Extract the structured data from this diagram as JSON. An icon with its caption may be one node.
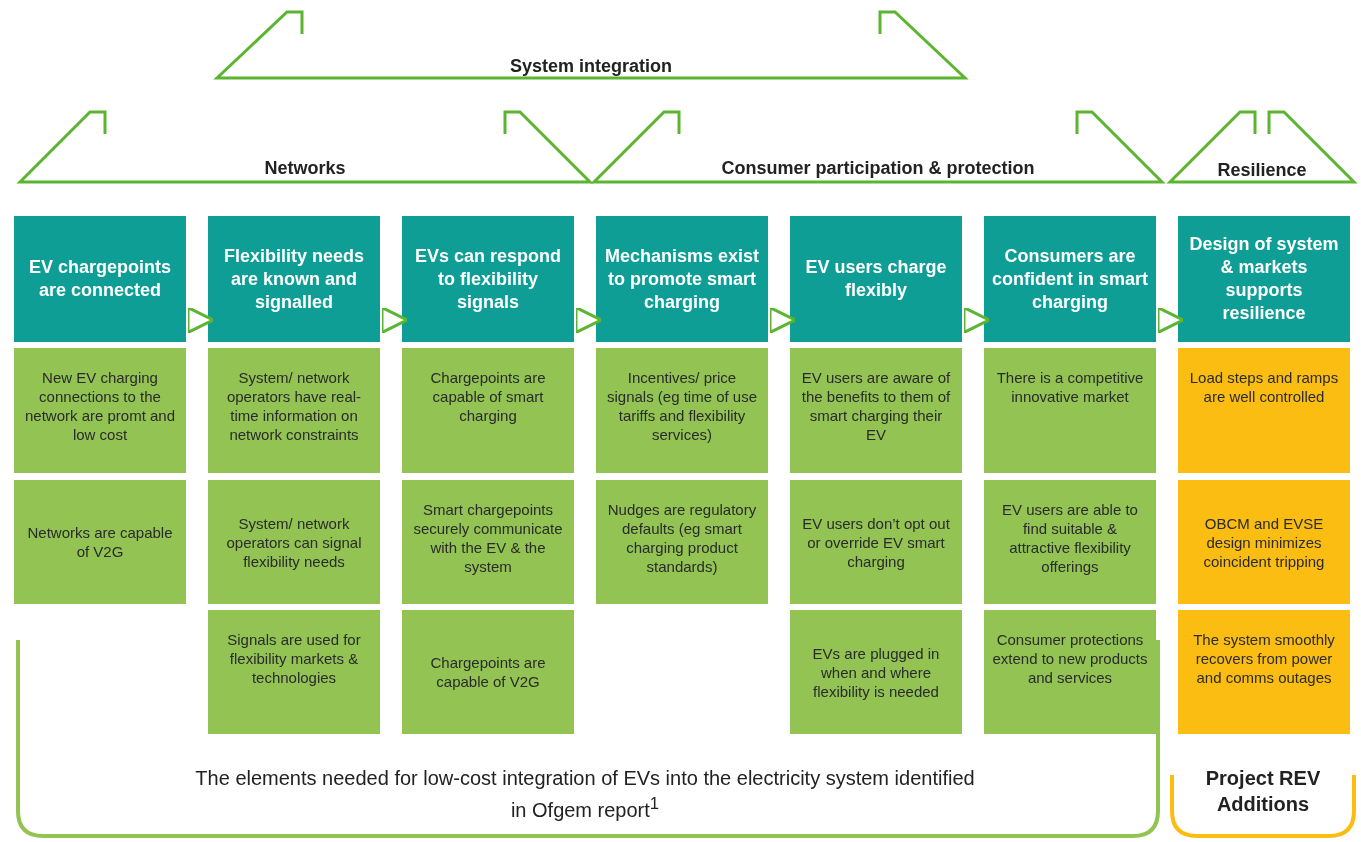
{
  "diagram": {
    "nodes": [
      {
        "text": [
          "EV chargepoints are connected"
        ]
      },
      {
        "text": [
          "Flexibility needs are known and signalled"
        ]
      },
      {
        "text": [
          "EVs can respond to flexibility signals"
        ]
      },
      {
        "text": [
          "Mechanisms exist to promote smart charging"
        ]
      },
      {
        "text": [
          "EV users charge flexibly"
        ]
      },
      {
        "text": [
          "Consumers are confident in smart charging"
        ]
      },
      {
        "text": [
          "Design of system & markets supports resilience"
        ]
      },
      {
        "text": [
          "New EV charging connections to the network are promt and low cost"
        ]
      },
      {
        "text": [
          "System/ network operators have real-time information on network constraints"
        ]
      },
      {
        "text": [
          "Chargepoints are capable of smart charging"
        ]
      },
      {
        "text": [
          "Incentives/ price signals (eg time of use tariffs and flexibility services)"
        ]
      },
      {
        "text": [
          "EV users are aware of the benefits to them of smart charging their EV"
        ]
      },
      {
        "text": [
          "There is a competitive innovative market"
        ]
      },
      {
        "text": [
          "Load steps and ramps are well controlled"
        ]
      },
      {
        "text": [
          "Networks are capable of V2G"
        ]
      },
      {
        "text": [
          "System/ network operators can signal flexibility needs"
        ]
      },
      {
        "text": [
          "Smart chargepoints securely communicate with the EV & the system"
        ]
      },
      {
        "text": [
          "Nudges are regulatory defaults (eg smart charging product standards)"
        ]
      },
      {
        "text": [
          "EV users don’t opt out or override EV smart charging"
        ]
      },
      {
        "text": [
          "EV users are able to find suitable & attractive flexibility offerings"
        ]
      },
      {
        "text": [
          "OBCM and EVSE design minimizes coincident tripping"
        ]
      },
      {
        "text": [
          "Signals are used for flexibility markets & technologies"
        ]
      },
      {
        "text": [
          "Chargepoints are capable of V2G"
        ]
      },
      {
        "text": [
          "EVs are plugged in when and where flexibility is needed"
        ]
      },
      {
        "text": [
          "Consumer protections extend to new products and services"
        ]
      },
      {
        "text": [
          "The system smoothly recovers from power and comms outages"
        ]
      }
    ],
    "edges": [
      {
        "from": 0,
        "to": 1,
        "arrow": "to"
      },
      {
        "from": 1,
        "to": 2,
        "arrow": "to"
      },
      {
        "from": 2,
        "to": 3,
        "arrow": "to"
      },
      {
        "from": 3,
        "to": 4,
        "arrow": "to"
      },
      {
        "from": 4,
        "to": 5,
        "arrow": "to"
      },
      {
        "from": 5,
        "to": 6,
        "arrow": "to"
      }
    ],
    "labels": [
      "System integration",
      "Networks",
      "Consumer participation & protection",
      "Resilience",
      "The elements needed for low-cost integration of EVs into the electricity system identified in Ofgem report$^{1}$",
      "Project REV Additions"
    ]
  }
}
